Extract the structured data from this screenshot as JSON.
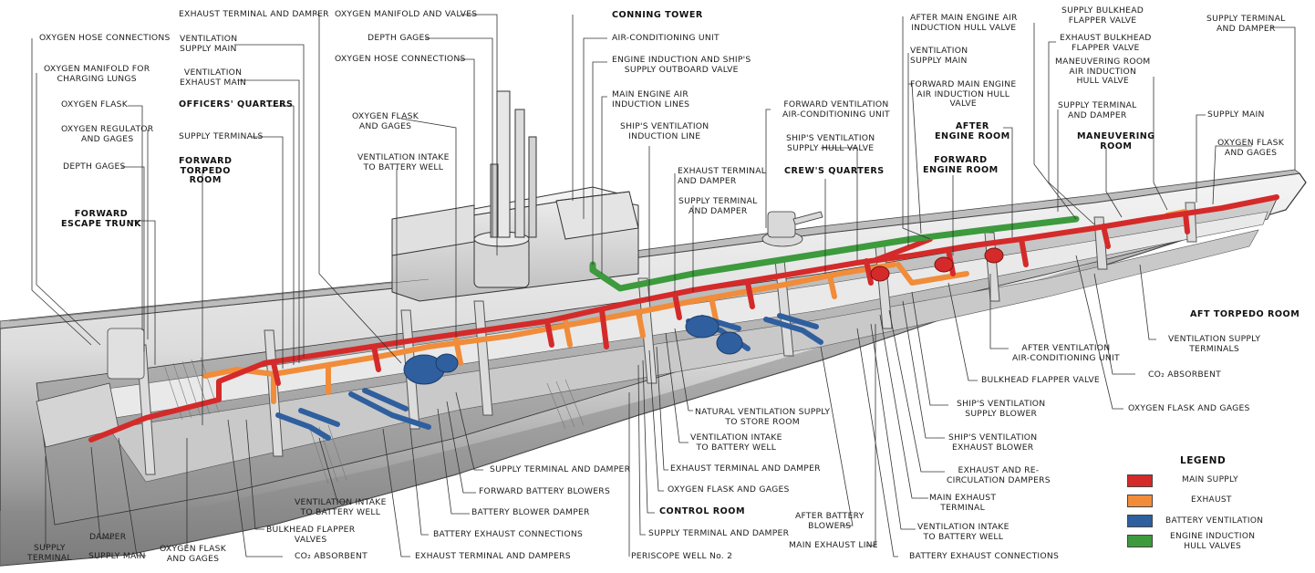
{
  "labels": {
    "oxygen_hose_connections_left": "OXYGEN HOSE CONNECTIONS",
    "oxygen_manifold_charging": "OXYGEN MANIFOLD FOR\nCHARGING LUNGS",
    "oxygen_flask_left": "OXYGEN FLASK",
    "oxygen_regulator": "OXYGEN REGULATOR\nAND GAGES",
    "depth_gages_left": "DEPTH GAGES",
    "forward_escape_trunk": "FORWARD\nESCAPE TRUNK",
    "exhaust_terminal_damper_top": "EXHAUST TERMINAL AND DAMPER",
    "ventilation_supply_main_top": "VENTILATION\nSUPPLY MAIN",
    "ventilation_exhaust_main": "VENTILATION\nEXHAUST MAIN",
    "officers_quarters": "OFFICERS' QUARTERS",
    "supply_terminals": "SUPPLY TERMINALS",
    "forward_torpedo_room": "FORWARD\nTORPEDO\nROOM",
    "oxygen_manifold_valves": "OXYGEN MANIFOLD AND VALVES",
    "depth_gages_top": "DEPTH GAGES",
    "oxygen_hose_connections_top": "OXYGEN HOSE CONNECTIONS",
    "oxygen_flask_gages_mid": "OXYGEN FLASK\nAND GAGES",
    "ventilation_intake_battery_top": "VENTILATION INTAKE\nTO BATTERY WELL",
    "conning_tower": "CONNING TOWER",
    "air_conditioning_unit": "AIR-CONDITIONING UNIT",
    "engine_induction_outboard": "ENGINE INDUCTION AND SHIP'S\nSUPPLY OUTBOARD VALVE",
    "main_engine_air_induction_lines": "MAIN ENGINE AIR\nINDUCTION LINES",
    "ships_ventilation_induction": "SHIP'S VENTILATION\nINDUCTION LINE",
    "exhaust_terminal_damper_mid": "EXHAUST TERMINAL\nAND DAMPER",
    "supply_terminal_damper_mid": "SUPPLY TERMINAL\nAND DAMPER",
    "forward_ventilation_ac": "FORWARD VENTILATION\nAIR-CONDITIONING UNIT",
    "ships_ventilation_supply_hull": "SHIP'S VENTILATION\nSUPPLY HULL VALVE",
    "crews_quarters": "CREW'S QUARTERS",
    "after_main_engine_induction": "AFTER MAIN ENGINE AIR\nINDUCTION HULL VALVE",
    "ventilation_supply_main_right": "VENTILATION\nSUPPLY MAIN",
    "forward_main_engine_induction": "FORWARD MAIN ENGINE\nAIR INDUCTION HULL\nVALVE",
    "after_engine_room": "AFTER\nENGINE ROOM",
    "forward_engine_room": "FORWARD\nENGINE ROOM",
    "supply_bulkhead_flapper": "SUPPLY BULKHEAD\nFLAPPER VALVE",
    "exhaust_bulkhead_flapper": "EXHAUST BULKHEAD\nFLAPPER VALVE",
    "maneuvering_room_induction": "MANEUVERING ROOM\nAIR INDUCTION\nHULL VALVE",
    "supply_terminal_damper_right": "SUPPLY TERMINAL\nAND DAMPER",
    "maneuvering_room": "MANEUVERING\nROOM",
    "supply_terminal_damper_far": "SUPPLY TERMINAL\nAND DAMPER",
    "supply_main_right": "SUPPLY MAIN",
    "oxygen_flask_gages_right": "OXYGEN FLASK\nAND GAGES",
    "aft_torpedo_room": "AFT TORPEDO ROOM",
    "ventilation_supply_terminals": "VENTILATION SUPPLY\nTERMINALS",
    "co2_absorbent_right": "CO₂ ABSORBENT",
    "oxygen_flask_gages_bottom_right": "OXYGEN FLASK AND GAGES",
    "after_ventilation_ac": "AFTER VENTILATION\nAIR-CONDITIONING UNIT",
    "bulkhead_flapper_valve": "BULKHEAD FLAPPER VALVE",
    "ships_ventilation_supply_blower": "SHIP'S VENTILATION\nSUPPLY BLOWER",
    "ships_ventilation_exhaust_blower": "SHIP'S VENTILATION\nEXHAUST BLOWER",
    "exhaust_recirculation_dampers": "EXHAUST AND RE-\nCIRCULATION DAMPERS",
    "main_exhaust_terminal": "MAIN EXHAUST\nTERMINAL",
    "ventilation_intake_battery_bottom_right": "VENTILATION INTAKE\nTO BATTERY WELL",
    "battery_exhaust_connections_right": "BATTERY EXHAUST CONNECTIONS",
    "natural_ventilation_store": "NATURAL VENTILATION SUPPLY\nTO STORE ROOM",
    "ventilation_intake_battery_mid": "VENTILATION INTAKE\nTO BATTERY WELL",
    "exhaust_terminal_damper_bottom": "EXHAUST TERMINAL AND DAMPER",
    "oxygen_flask_gages_bottom_mid": "OXYGEN FLASK AND GAGES",
    "control_room": "CONTROL ROOM",
    "supply_terminal_damper_bottom": "SUPPLY TERMINAL AND DAMPER",
    "periscope_well": "PERISCOPE WELL No. 2",
    "after_battery_blowers": "AFTER BATTERY\nBLOWERS",
    "main_exhaust_line": "MAIN EXHAUST LINE",
    "supply_terminal_damper_bottom2": "SUPPLY TERMINAL AND DAMPER",
    "forward_battery_blowers": "FORWARD BATTERY BLOWERS",
    "battery_blower_damper": "BATTERY BLOWER DAMPER",
    "battery_exhaust_connections_bottom": "BATTERY EXHAUST CONNECTIONS",
    "exhaust_terminal_dampers_bottom": "EXHAUST TERMINAL AND DAMPERS",
    "ventilation_intake_battery_bottom_left": "VENTILATION INTAKE\nTO BATTERY WELL",
    "bulkhead_flapper_valves": "BULKHEAD FLAPPER\nVALVES",
    "co2_absorbent_bottom": "CO₂ ABSORBENT",
    "oxygen_flask_gages_bottom_left": "OXYGEN FLASK\nAND GAGES",
    "supply_terminal_bottom": "SUPPLY\nTERMINAL",
    "damper_bottom": "DAMPER",
    "supply_main_bottom": "SUPPLY MAIN"
  },
  "legend": {
    "title": "LEGEND",
    "items": [
      {
        "label": "MAIN SUPPLY",
        "color": "#d42a2a"
      },
      {
        "label": "EXHAUST",
        "color": "#f08c3a"
      },
      {
        "label": "BATTERY VENTILATION",
        "color": "#2f5f9e"
      },
      {
        "label": "ENGINE INDUCTION\nHULL VALVES",
        "color": "#3d9a3d"
      }
    ]
  },
  "colors": {
    "main_supply": "#d42a2a",
    "exhaust": "#f08c3a",
    "battery_ventilation": "#2f5f9e",
    "engine_induction": "#3d9a3d",
    "hull_light": "#e6e6e6",
    "hull_dark": "#7a7a7a"
  }
}
